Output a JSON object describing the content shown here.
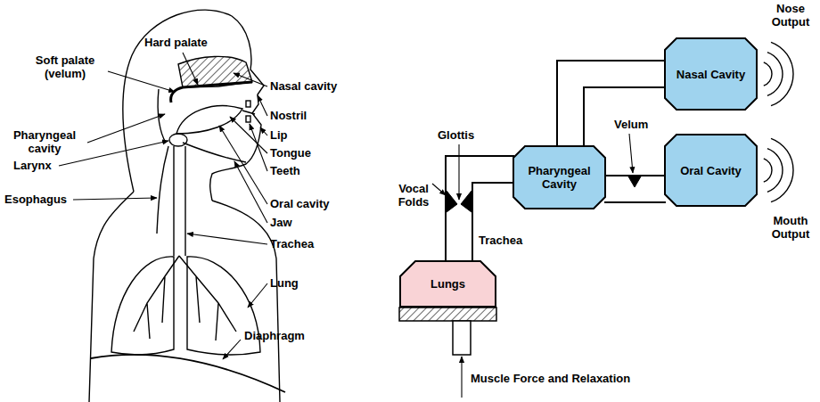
{
  "diagram": {
    "nodes": [
      {
        "text": [
          "Nasal Cavity"
        ]
      },
      {
        "text": [
          "Pharyngeal Cavity"
        ]
      },
      {
        "text": [
          "Oral Cavity"
        ]
      },
      {
        "text": [
          "Lungs"
        ]
      }
    ],
    "edges": [
      {
        "from": 3,
        "to": 1,
        "arrow": "none"
      },
      {
        "from": 1,
        "to": 0,
        "arrow": "none"
      },
      {
        "from": 1,
        "to": 2,
        "arrow": "none"
      }
    ],
    "labels": [
      "Hard palate",
      "Soft palate (velum)",
      "Nasal cavity",
      "Nostril",
      "Pharyngeal cavity",
      "Lip",
      "Tongue",
      "Larynx",
      "Teeth",
      "Esophagus",
      "Oral cavity",
      "Jaw",
      "Trachea",
      "Lung",
      "Diaphragm",
      "Nose Output",
      "Glottis",
      "Velum",
      "Vocal Folds",
      "Trachea",
      "Mouth Output",
      "Muscle Force and Relaxation"
    ]
  }
}
